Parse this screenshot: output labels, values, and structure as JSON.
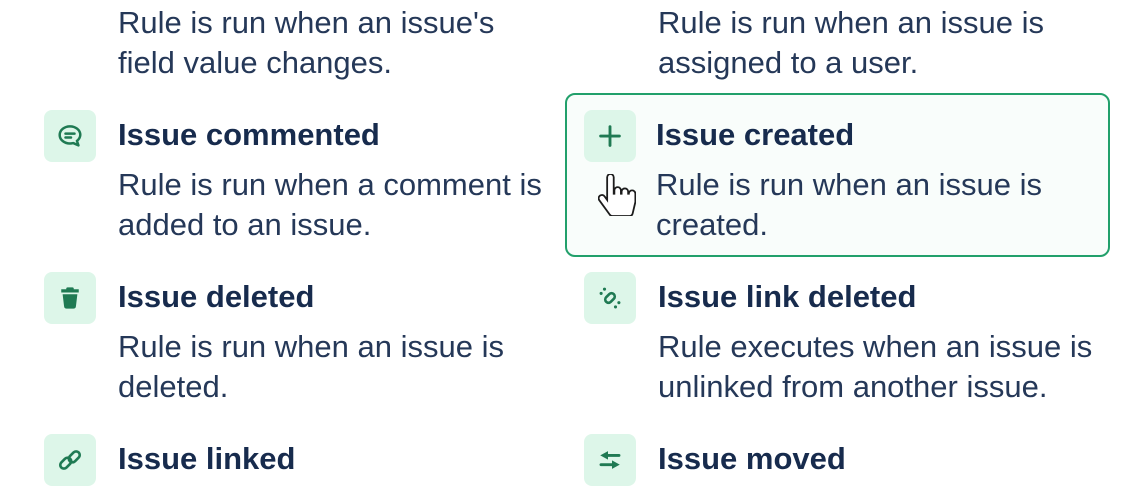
{
  "colors": {
    "selected_border": "#22a06b",
    "selected_background": "#f9fdfb",
    "icon_background": "#ddf6e9",
    "icon_glyph": "#1f7a53",
    "title_text": "#172b4d",
    "description_text": "#253858"
  },
  "triggers": [
    {
      "title": "",
      "description": "Rule is run when an issue's field value changes.",
      "icon": "",
      "selected": false
    },
    {
      "title": "",
      "description": "Rule is run when an issue is assigned to a user.",
      "icon": "",
      "selected": false
    },
    {
      "title": "Issue commented",
      "description": "Rule is run when a comment is added to an issue.",
      "icon": "comment-icon",
      "selected": false
    },
    {
      "title": "Issue created",
      "description": "Rule is run when an issue is created.",
      "icon": "plus-icon",
      "selected": true,
      "cursor": "hand-pointer"
    },
    {
      "title": "Issue deleted",
      "description": "Rule is run when an issue is deleted.",
      "icon": "trash-icon",
      "selected": false
    },
    {
      "title": "Issue link deleted",
      "description": "Rule executes when an issue is unlinked from another issue.",
      "icon": "broken-link-icon",
      "selected": false
    },
    {
      "title": "Issue linked",
      "description": "",
      "icon": "link-icon",
      "selected": false
    },
    {
      "title": "Issue moved",
      "description": "",
      "icon": "transfer-arrows-icon",
      "selected": false
    }
  ]
}
